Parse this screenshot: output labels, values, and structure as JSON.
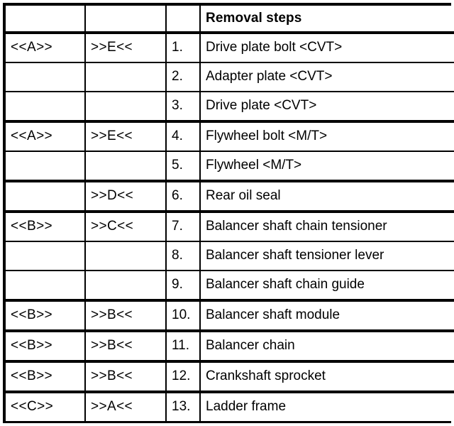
{
  "table": {
    "title": "Removal steps",
    "columns": [
      {
        "key": "ref",
        "header": ""
      },
      {
        "key": "code",
        "header": ""
      },
      {
        "key": "num",
        "header": ""
      },
      {
        "key": "step",
        "header": "Removal steps"
      }
    ],
    "colors": {
      "border": "#000000",
      "background": "#ffffff",
      "text": "#000000"
    },
    "rows": [
      {
        "ref": "<<A>>",
        "code": ">>E<<",
        "num": "1.",
        "step": "Drive plate bolt <CVT>",
        "group_start": true
      },
      {
        "ref": "",
        "code": "",
        "num": "2.",
        "step": "Adapter plate <CVT>",
        "group_start": false
      },
      {
        "ref": "",
        "code": "",
        "num": "3.",
        "step": "Drive plate <CVT>",
        "group_start": false
      },
      {
        "ref": "<<A>>",
        "code": ">>E<<",
        "num": "4.",
        "step": "Flywheel bolt <M/T>",
        "group_start": true
      },
      {
        "ref": "",
        "code": "",
        "num": "5.",
        "step": "Flywheel <M/T>",
        "group_start": false
      },
      {
        "ref": "",
        "code": ">>D<<",
        "num": "6.",
        "step": "Rear oil seal",
        "group_start": true
      },
      {
        "ref": "<<B>>",
        "code": ">>C<<",
        "num": "7.",
        "step": "Balancer shaft chain tensioner",
        "group_start": true
      },
      {
        "ref": "",
        "code": "",
        "num": "8.",
        "step": "Balancer shaft tensioner lever",
        "group_start": false
      },
      {
        "ref": "",
        "code": "",
        "num": "9.",
        "step": "Balancer shaft chain guide",
        "group_start": false
      },
      {
        "ref": "<<B>>",
        "code": ">>B<<",
        "num": "10.",
        "step": "Balancer shaft module",
        "group_start": true
      },
      {
        "ref": "<<B>>",
        "code": ">>B<<",
        "num": "11.",
        "step": "Balancer chain",
        "group_start": true
      },
      {
        "ref": "<<B>>",
        "code": ">>B<<",
        "num": "12.",
        "step": "Crankshaft sprocket",
        "group_start": true
      },
      {
        "ref": "<<C>>",
        "code": ">>A<<",
        "num": "13.",
        "step": "Ladder frame",
        "group_start": true
      }
    ]
  }
}
